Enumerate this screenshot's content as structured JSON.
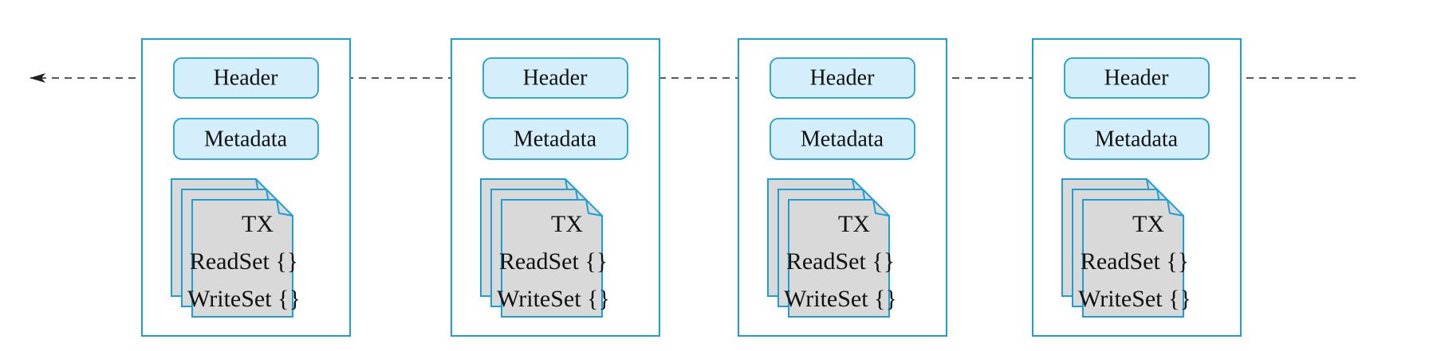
{
  "colors": {
    "accent": "#1e9fd2",
    "pill_fill": "#d4effb",
    "doc_fill": "#d9d9d9",
    "line": "#222222"
  },
  "blocks": [
    {
      "header": "Header",
      "metadata": "Metadata",
      "tx": {
        "title": "TX",
        "read_set": "ReadSet {}",
        "write_set": "WriteSet {}"
      }
    },
    {
      "header": "Header",
      "metadata": "Metadata",
      "tx": {
        "title": "TX",
        "read_set": "ReadSet {}",
        "write_set": "WriteSet {}"
      }
    },
    {
      "header": "Header",
      "metadata": "Metadata",
      "tx": {
        "title": "TX",
        "read_set": "ReadSet {}",
        "write_set": "WriteSet {}"
      }
    },
    {
      "header": "Header",
      "metadata": "Metadata",
      "tx": {
        "title": "TX",
        "read_set": "ReadSet {}",
        "write_set": "WriteSet {}"
      }
    }
  ]
}
